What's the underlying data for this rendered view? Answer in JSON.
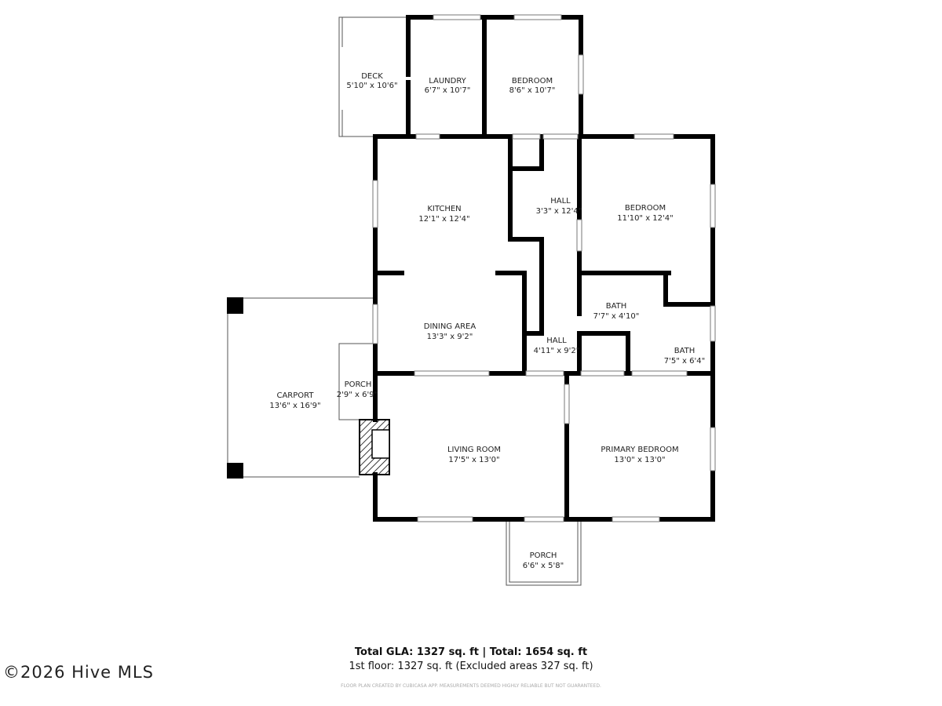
{
  "rooms": [
    {
      "name": "DECK",
      "dims": "5'10\" x 10'6\""
    },
    {
      "name": "LAUNDRY",
      "dims": "6'7\" x 10'7\""
    },
    {
      "name": "BEDROOM",
      "dims": "8'6\" x 10'7\""
    },
    {
      "name": "KITCHEN",
      "dims": "12'1\" x 12'4\""
    },
    {
      "name": "HALL",
      "dims": "3'3\" x 12'4\""
    },
    {
      "name": "BEDROOM",
      "dims": "11'10\" x 12'4\""
    },
    {
      "name": "BATH",
      "dims": "7'7\" x 4'10\""
    },
    {
      "name": "DINING AREA",
      "dims": "13'3\" x 9'2\""
    },
    {
      "name": "HALL",
      "dims": "4'11\" x 9'2\""
    },
    {
      "name": "BATH",
      "dims": "7'5\" x 6'4\""
    },
    {
      "name": "CARPORT",
      "dims": "13'6\" x 16'9\""
    },
    {
      "name": "PORCH",
      "dims": "2'9\" x 6'9\""
    },
    {
      "name": "LIVING ROOM",
      "dims": "17'5\" x 13'0\""
    },
    {
      "name": "PRIMARY BEDROOM",
      "dims": "13'0\" x 13'0\""
    },
    {
      "name": "PORCH",
      "dims": "6'6\" x 5'8\""
    }
  ],
  "summary": {
    "totals": "Total GLA: 1327 sq. ft | Total: 1654 sq. ft",
    "floor": "1st floor: 1327 sq. ft (Excluded areas 327 sq. ft)",
    "disclaimer": "FLOOR PLAN CREATED BY CUBICASA APP. MEASUREMENTS DEEMED HIGHLY RELIABLE BUT NOT GUARANTEED."
  },
  "watermark": "©2026 Hive MLS"
}
